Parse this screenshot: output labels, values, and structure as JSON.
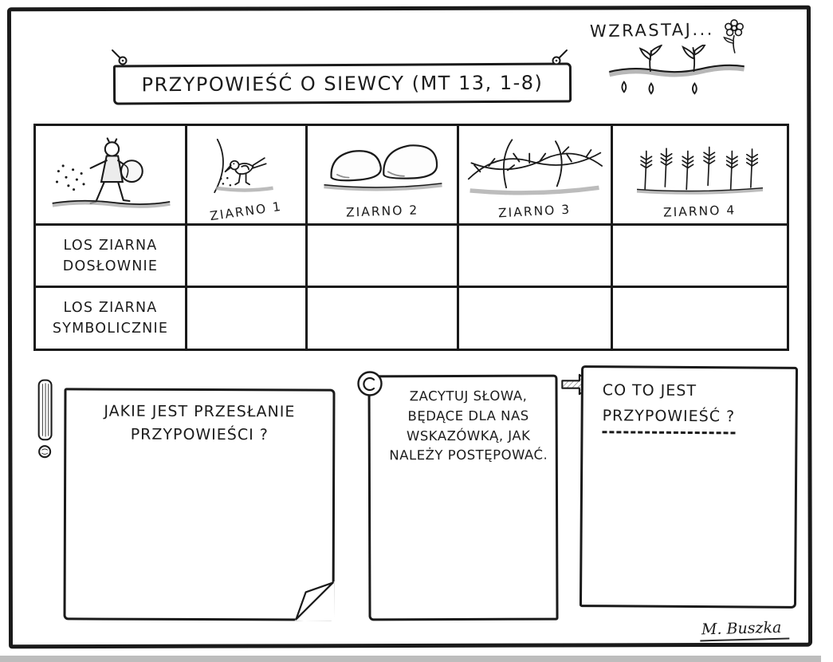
{
  "page": {
    "title": "PRZYPOWIEŚĆ O SIEWCY (MT 13, 1-8)",
    "grow_label": "WZRASTAJ...",
    "signature": "M. Buszka"
  },
  "table": {
    "seed_columns": [
      "ZIARNO 1",
      "ZIARNO 2",
      "ZIARNO 3",
      "ZIARNO 4"
    ],
    "row_labels": [
      {
        "line1": "LOS ZIARNA",
        "line2": "DOSŁOWNIE",
        "cells": [
          "",
          "",
          "",
          ""
        ]
      },
      {
        "line1": "LOS ZIARNA",
        "line2": "SYMBOLICZNIE",
        "cells": [
          "",
          "",
          "",
          ""
        ]
      }
    ]
  },
  "notes": {
    "message": {
      "line1": "JAKIE JEST PRZESŁANIE",
      "line2": "PRZYPOWIEŚCI ?"
    },
    "quote": {
      "line1": "ZACYTUJ SŁOWA,",
      "line2": "BĘDĄCE DLA NAS",
      "line3": "WSKAZÓWKĄ, JAK",
      "line4": "NALEŻY POSTĘPOWAĆ."
    },
    "definition": {
      "line1": "CO TO JEST",
      "line2": "PRZYPOWIEŚĆ ?"
    }
  },
  "icons": [
    "pin-icon",
    "flower-icon",
    "sprouts-icon",
    "sower-icon",
    "bird-icon",
    "rocks-icon",
    "thorns-icon",
    "wheat-icon",
    "exclamation-icon",
    "speech-bubble-icon",
    "arrow-right-icon",
    "page-fold-icon"
  ],
  "colors": {
    "ink": "#1b1b1b",
    "paper": "#ffffff",
    "shade": "#a5a5a5"
  }
}
